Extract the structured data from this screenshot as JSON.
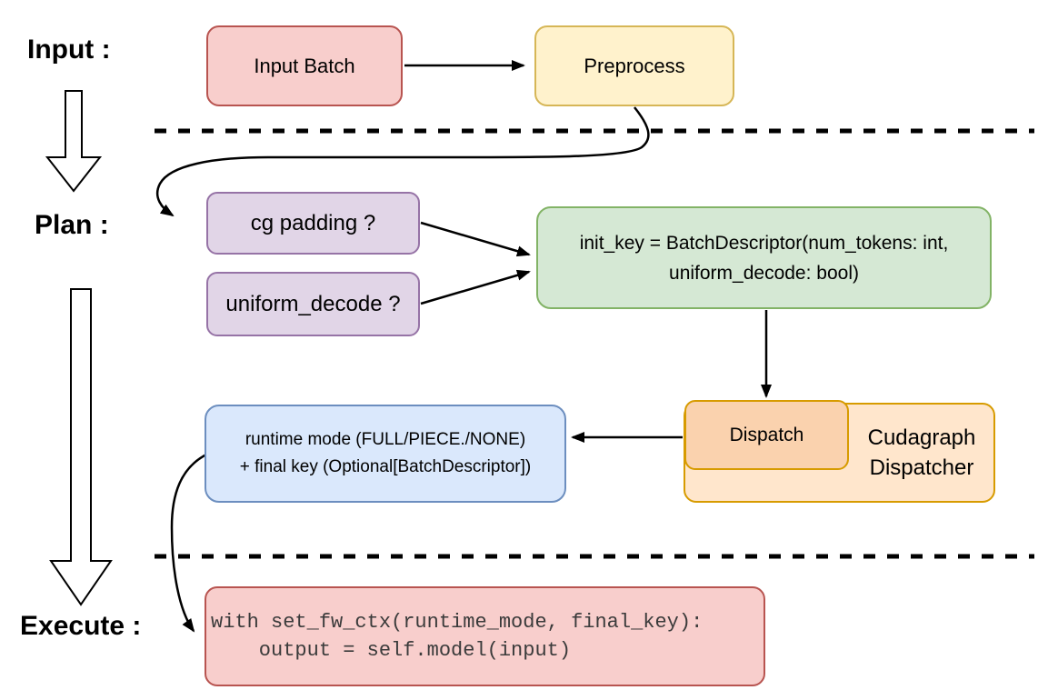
{
  "stages": {
    "input": "Input :",
    "plan": "Plan :",
    "execute": "Execute :"
  },
  "nodes": {
    "input_batch": {
      "label": "Input Batch"
    },
    "preprocess": {
      "label": "Preprocess"
    },
    "cg_padding": {
      "label": "cg padding ?"
    },
    "uniform_decode": {
      "label": "uniform_decode ?"
    },
    "init_key": {
      "line1": "init_key = BatchDescriptor(num_tokens: int,",
      "line2": "uniform_decode: bool)"
    },
    "dispatch": {
      "label": "Dispatch"
    },
    "cudagraph_dispatcher": {
      "line1": "Cudagraph",
      "line2": "Dispatcher"
    },
    "runtime_mode": {
      "line1": "runtime mode (FULL/PIECE./NONE)",
      "line2": "+ final key (Optional[BatchDescriptor])"
    },
    "execute_code": {
      "line1": "with set_fw_ctx(runtime_mode, final_key):",
      "line2": "    output = self.model(input)"
    }
  },
  "colors": {
    "red_fill": "#f8cecc",
    "red_stroke": "#b85450",
    "yellow_fill": "#fff2cc",
    "yellow_stroke": "#d6b656",
    "purple_fill": "#e1d5e7",
    "purple_stroke": "#9673a6",
    "green_fill": "#d5e8d4",
    "green_stroke": "#82b366",
    "blue_fill": "#dae8fc",
    "blue_stroke": "#6c8ebf",
    "orange_fill": "#ffe6cc",
    "orange_inner_fill": "#fad2ae",
    "orange_stroke": "#d79b00",
    "connector": "#000000"
  }
}
